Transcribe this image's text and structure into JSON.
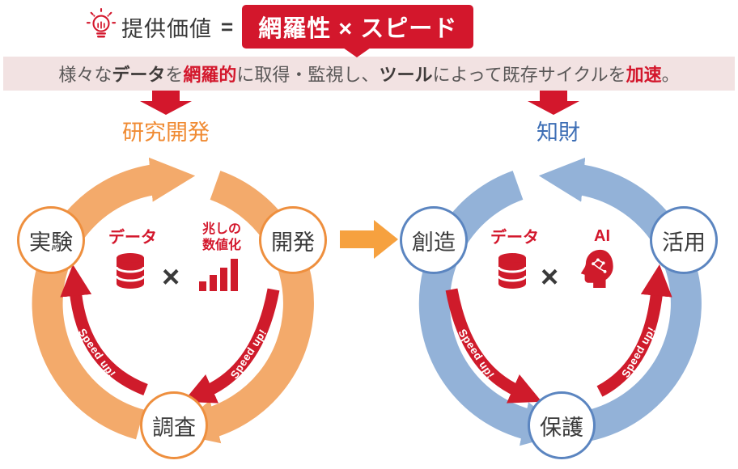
{
  "header": {
    "label": "提供価値",
    "equals": "=",
    "value": "網羅性 × スピード"
  },
  "banner": {
    "segments": [
      {
        "text": "様々な",
        "style": "plain"
      },
      {
        "text": "データ",
        "style": "bold-dark"
      },
      {
        "text": "を",
        "style": "plain"
      },
      {
        "text": "網羅的",
        "style": "bold-red"
      },
      {
        "text": "に取得・監視し、",
        "style": "plain"
      },
      {
        "text": "ツール",
        "style": "bold-dark"
      },
      {
        "text": "によって既存サイクルを",
        "style": "plain"
      },
      {
        "text": "加速",
        "style": "bold-red"
      },
      {
        "text": "。",
        "style": "plain"
      }
    ]
  },
  "arrows": {
    "speed_up": "Speed up!"
  },
  "left_cycle": {
    "title": "研究開発",
    "nodes": {
      "top_left": "実験",
      "top_right": "開発",
      "bottom": "調査"
    },
    "formula": {
      "left": "データ",
      "operator": "×",
      "right_line1": "兆しの",
      "right_line2": "数値化"
    }
  },
  "right_cycle": {
    "title": "知財",
    "nodes": {
      "top_left": "創造",
      "top_right": "活用",
      "bottom": "保護"
    },
    "formula": {
      "left": "データ",
      "operator": "×",
      "right": "AI"
    }
  },
  "icons": {
    "lightbulb": "lightbulb-icon",
    "database": "database-icon",
    "bar_chart": "bar-chart-icon",
    "ai_head": "ai-head-icon"
  },
  "colors": {
    "red": "#d3172c",
    "arrow_red": "#cf1b2b",
    "orange_ring": "#f3aa6b",
    "orange_node_border": "#ee8f3e",
    "orange_title": "#f08b33",
    "connector_orange": "#f6a13f",
    "blue_ring": "#93b2d8",
    "blue_node_border": "#5b85c0",
    "blue_title": "#3d6eb5",
    "banner_bg": "#f2e2e2"
  }
}
